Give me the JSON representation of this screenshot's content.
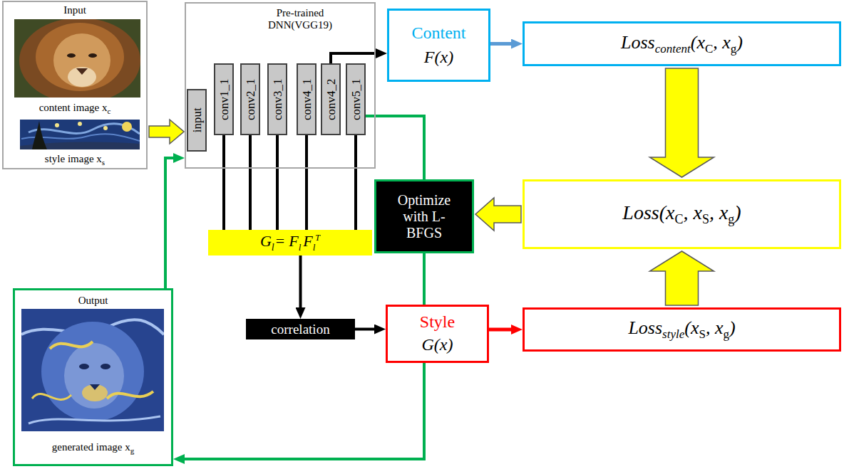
{
  "diagram": {
    "nodes": [
      {
        "text": [
          "Input",
          "content image x",
          "c",
          "style image x",
          "s"
        ]
      },
      {
        "text": [
          "Pre-trained DNN(VGG19)"
        ]
      },
      {
        "text": [
          "input"
        ],
        "in": 1
      },
      {
        "text": [
          "conv1_1"
        ],
        "in": 1
      },
      {
        "text": [
          "conv2_1"
        ],
        "in": 1
      },
      {
        "text": [
          "conv3_1"
        ],
        "in": 1
      },
      {
        "text": [
          "conv4_1"
        ],
        "in": 1
      },
      {
        "text": [
          "conv4_2"
        ],
        "in": 1
      },
      {
        "text": [
          "conv5_1"
        ],
        "in": 1
      },
      {
        "text": [
          "Content",
          "F(x)"
        ]
      },
      {
        "text": [
          "Loss",
          "content",
          "(x",
          "C",
          ", x",
          "g",
          ")"
        ]
      },
      {
        "text": [
          "G",
          "l",
          "=",
          "F",
          "l",
          "F",
          "l",
          "T"
        ]
      },
      {
        "text": [
          "Optimize with L-BFGS"
        ]
      },
      {
        "text": [
          "Loss",
          "(x",
          "C",
          ", x",
          "S",
          ", x",
          "g",
          ")"
        ]
      },
      {
        "text": [
          "correlation"
        ]
      },
      {
        "text": [
          "Style",
          "G(x)"
        ]
      },
      {
        "text": [
          "Loss",
          "style",
          "(x",
          "S",
          ", x",
          "g",
          ")"
        ]
      },
      {
        "text": [
          "Output",
          "generated image x",
          "g"
        ]
      }
    ],
    "edges": [
      {
        "from": 0,
        "to": 1,
        "arrow": "to"
      },
      {
        "from": 17,
        "to": 1,
        "arrow": "to"
      },
      {
        "from": 7,
        "to": 9,
        "arrow": "to"
      },
      {
        "from": 9,
        "to": 10,
        "arrow": "to"
      },
      {
        "from": 10,
        "to": 13,
        "arrow": "to"
      },
      {
        "from": 16,
        "to": 13,
        "arrow": "to"
      },
      {
        "from": 13,
        "to": 12,
        "arrow": "to"
      },
      {
        "from": 8,
        "to": 12,
        "arrow": "none"
      },
      {
        "from": 12,
        "to": 17,
        "arrow": "to"
      },
      {
        "from": 3,
        "to": 11,
        "arrow": "none"
      },
      {
        "from": 4,
        "to": 11,
        "arrow": "none"
      },
      {
        "from": 5,
        "to": 11,
        "arrow": "none"
      },
      {
        "from": 6,
        "to": 11,
        "arrow": "none"
      },
      {
        "from": 8,
        "to": 11,
        "arrow": "none"
      },
      {
        "from": 11,
        "to": 14,
        "arrow": "to"
      },
      {
        "from": 14,
        "to": 15,
        "arrow": "to"
      },
      {
        "from": 15,
        "to": 16,
        "arrow": "to"
      }
    ]
  }
}
